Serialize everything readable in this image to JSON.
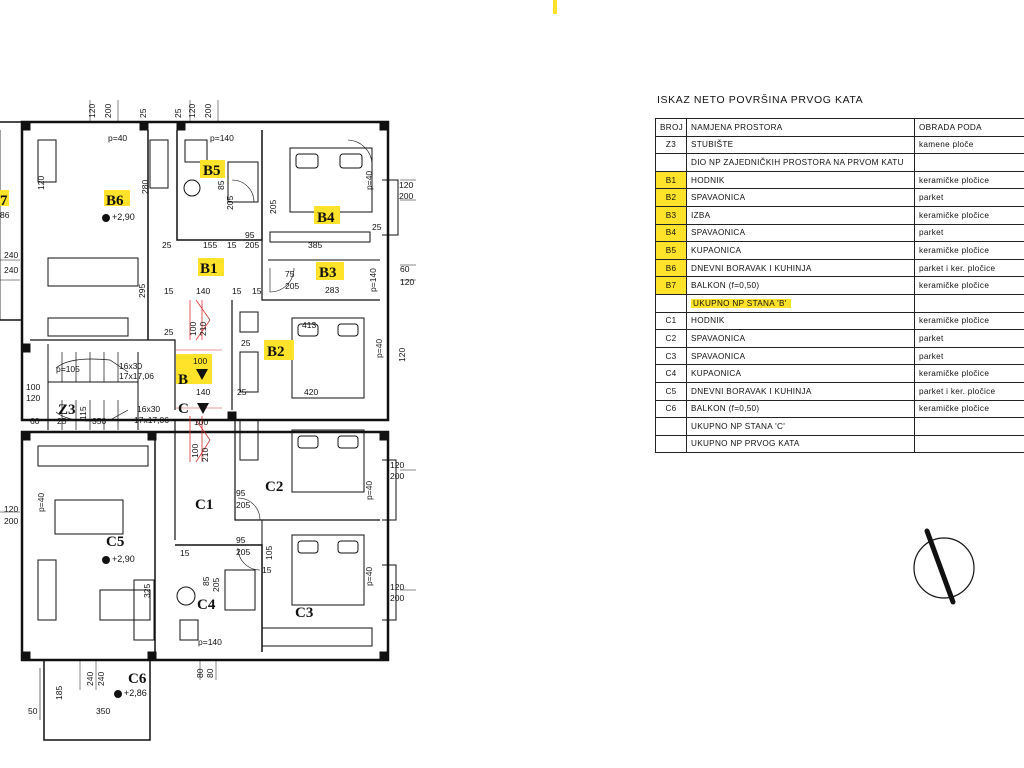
{
  "plan": {
    "rooms": {
      "b1": "B1",
      "b2": "B2",
      "b3": "B3",
      "b4": "B4",
      "b5": "B5",
      "b6": "B6",
      "b7": "7",
      "c1": "C1",
      "c2": "C2",
      "c3": "C3",
      "c4": "C4",
      "c5": "C5",
      "c6": "C6",
      "z3": "Z3",
      "b_flat": "B",
      "c_flat": "C"
    },
    "levels": {
      "b6": "+2,90",
      "c5": "+2,90",
      "c6": "+2,86"
    },
    "dims": {
      "d120a": "120",
      "d200a": "200",
      "d25a": "25",
      "d25b": "25",
      "p40_b6": "p=40",
      "p140_b5": "p=140",
      "p40_b4": "p=40",
      "d120b": "120",
      "d200b": "200",
      "d280": "280",
      "d120_left": "120",
      "d25_b1": "25",
      "d155": "155",
      "d15a": "15",
      "d95a": "95",
      "d205a": "205",
      "d385": "385",
      "d25c": "25",
      "d240a": "240",
      "d240b": "240",
      "d75": "75",
      "d205b": "205",
      "d283": "283",
      "p140_b3": "p=140",
      "d60": "60",
      "d120c": "120",
      "d295": "295",
      "d15b": "15",
      "d140a": "140",
      "d15c": "15",
      "d15d": "15",
      "d85a": "85",
      "d205c": "205",
      "d120d": "120",
      "d205d": "205",
      "d413": "413",
      "d100a": "100",
      "d210a": "210",
      "d25d": "25",
      "d25e": "25",
      "p40_b2": "p=40",
      "d120e": "120",
      "d200c": "200",
      "d16x30a": "16x30",
      "d17x1706a": "17x17,06",
      "d100b": "100",
      "d105": "p=105",
      "d100c": "100",
      "d120f": "120",
      "d140b": "140",
      "d25f": "25",
      "d420": "420",
      "d60b": "60",
      "d25g": "25",
      "d350a": "350",
      "d115": "115",
      "d16x30b": "16x30",
      "d17x1706b": "17x17,06",
      "d100d": "100",
      "d100e": "100",
      "d210b": "210",
      "p40_c5": "p=40",
      "d120g": "120",
      "d200d": "200",
      "p40_c2": "p=40",
      "d120h": "120",
      "d200e": "200",
      "d95b": "95",
      "d205e": "205",
      "d95c": "95",
      "d205f": "205",
      "d105b": "105",
      "d15e": "15",
      "d15f": "15",
      "d85b": "85",
      "d205g": "205",
      "p40_c3": "p=40",
      "d120i": "120",
      "d200f": "200",
      "d325": "325",
      "p140_c4": "p=140",
      "d240c": "240",
      "d240d": "240",
      "d185": "185",
      "d80": "80",
      "d80b": "80",
      "d50": "50",
      "d350b": "350",
      "d86": "86"
    }
  },
  "schedule": {
    "title": "ISKAZ NETO POVRŠINA PRVOG KATA",
    "headers": {
      "broj": "BROJ",
      "namjena": "NAMJENA PROSTORA",
      "obrada": "OBRADA PODA"
    },
    "rows": [
      {
        "code": "Z3",
        "name": "STUBIŠTE",
        "floor": "kamene ploče",
        "mark": false
      },
      {
        "code": "",
        "name": "DIO NP ZAJEDNIČKIH PROSTORA NA PRVOM KATU",
        "floor": "",
        "mark": false,
        "span": true
      },
      {
        "code": "B1",
        "name": "HODNIK",
        "floor": "keramičke pločice",
        "mark": true
      },
      {
        "code": "B2",
        "name": "SPAVAONICA",
        "floor": "parket",
        "mark": true
      },
      {
        "code": "B3",
        "name": "IZBA",
        "floor": "keramičke pločice",
        "mark": true
      },
      {
        "code": "B4",
        "name": "SPAVAONICA",
        "floor": "parket",
        "mark": true
      },
      {
        "code": "B5",
        "name": "KUPAONICA",
        "floor": "keramičke pločice",
        "mark": true
      },
      {
        "code": "B6",
        "name": "DNEVNI BORAVAK I KUHINJA",
        "floor": "parket i ker. pločice",
        "mark": true
      },
      {
        "code": "B7",
        "name": "BALKON (f=0,50)",
        "floor": "keramičke pločice",
        "mark": true
      },
      {
        "code": "",
        "name": "UKUPNO NP STANA 'B'",
        "floor": "",
        "mark": true,
        "span": true
      },
      {
        "code": "C1",
        "name": "HODNIK",
        "floor": "keramičke pločice",
        "mark": false
      },
      {
        "code": "C2",
        "name": "SPAVAONICA",
        "floor": "parket",
        "mark": false
      },
      {
        "code": "C3",
        "name": "SPAVAONICA",
        "floor": "parket",
        "mark": false
      },
      {
        "code": "C4",
        "name": "KUPAONICA",
        "floor": "keramičke pločice",
        "mark": false
      },
      {
        "code": "C5",
        "name": "DNEVNI BORAVAK I KUHINJA",
        "floor": "parket i ker. pločice",
        "mark": false
      },
      {
        "code": "C6",
        "name": "BALKON (f=0,50)",
        "floor": "keramičke pločice",
        "mark": false
      },
      {
        "code": "",
        "name": "UKUPNO NP STANA 'C'",
        "floor": "",
        "mark": false,
        "span": true
      },
      {
        "code": "",
        "name": "UKUPNO NP PRVOG KATA",
        "floor": "",
        "mark": false,
        "span": true
      }
    ]
  },
  "compass": {
    "icon": "north-arrow-icon"
  },
  "colors": {
    "highlight": "#ffe32a",
    "ink": "#111111",
    "door": "#d33333"
  }
}
